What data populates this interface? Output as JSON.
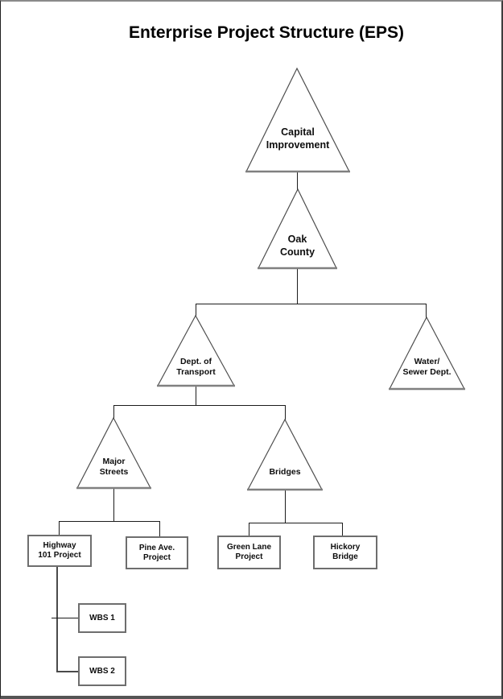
{
  "title": "Enterprise Project Structure (EPS)",
  "nodes": {
    "capital_improvement": {
      "label": "Capital\nImprovement",
      "shape": "triangle"
    },
    "oak_county": {
      "label": "Oak\nCounty",
      "shape": "triangle"
    },
    "dept_of_transport": {
      "label": "Dept. of\nTransport",
      "shape": "triangle"
    },
    "water_sewer_dept": {
      "label": "Water/\nSewer Dept.",
      "shape": "triangle"
    },
    "major_streets": {
      "label": "Major\nStreets",
      "shape": "triangle"
    },
    "bridges": {
      "label": "Bridges",
      "shape": "triangle"
    },
    "highway_101_project": {
      "label": "Highway\n101 Project",
      "shape": "rectangle"
    },
    "pine_ave_project": {
      "label": "Pine Ave.\nProject",
      "shape": "rectangle"
    },
    "green_lane_project": {
      "label": "Green Lane\nProject",
      "shape": "rectangle"
    },
    "hickory_bridge": {
      "label": "Hickory\nBridge",
      "shape": "rectangle"
    },
    "wbs_1": {
      "label": "WBS 1",
      "shape": "rectangle"
    },
    "wbs_2": {
      "label": "WBS 2",
      "shape": "rectangle"
    }
  },
  "hierarchy": [
    {
      "parent": "Capital Improvement",
      "children": [
        "Oak County"
      ]
    },
    {
      "parent": "Oak County",
      "children": [
        "Dept. of Transport",
        "Water/Sewer Dept."
      ]
    },
    {
      "parent": "Dept. of Transport",
      "children": [
        "Major Streets",
        "Bridges"
      ]
    },
    {
      "parent": "Major Streets",
      "children": [
        "Highway 101 Project",
        "Pine Ave. Project"
      ]
    },
    {
      "parent": "Bridges",
      "children": [
        "Green Lane Project",
        "Hickory Bridge"
      ]
    },
    {
      "parent": "Highway 101 Project",
      "children": [
        "WBS 1",
        "WBS 2"
      ]
    }
  ],
  "colors": {
    "background": "#ffffff",
    "text": "#000000",
    "triangle_side": "#4d4d4d",
    "triangle_base": "#808080",
    "box_border": "#6e6e6e",
    "connector": "#1c1c1c"
  }
}
